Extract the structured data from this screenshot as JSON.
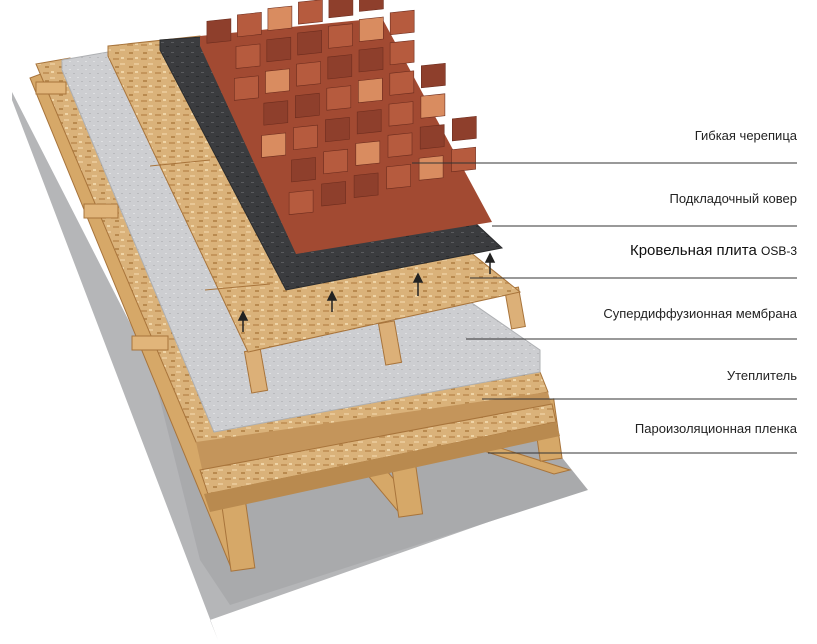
{
  "layers": [
    {
      "id": "shingles",
      "label": "Гибкая черепица",
      "emphasis": false,
      "code": ""
    },
    {
      "id": "underlay",
      "label": "Подкладочный ковер",
      "emphasis": false,
      "code": ""
    },
    {
      "id": "osb",
      "label": "Кровельная плита ",
      "emphasis": true,
      "code": "OSB-3"
    },
    {
      "id": "membrane",
      "label": "Супердиффузионная мембрана",
      "emphasis": false,
      "code": ""
    },
    {
      "id": "insulation",
      "label": "Утеплитель",
      "emphasis": false,
      "code": ""
    },
    {
      "id": "vapor",
      "label": "Пароизоляционная пленка",
      "emphasis": false,
      "code": ""
    }
  ],
  "colors": {
    "shingle_dark": "#8e3f2c",
    "shingle_mid": "#b65b3e",
    "shingle_light": "#d98c60",
    "underlay": "#3a3b3d",
    "osb": "#d8b27a",
    "membrane": "#cfd0d2",
    "timber": "#d9ad6e",
    "timber_dark": "#a8743b",
    "vapor": "#a8a9ab",
    "leader": "#333333"
  }
}
